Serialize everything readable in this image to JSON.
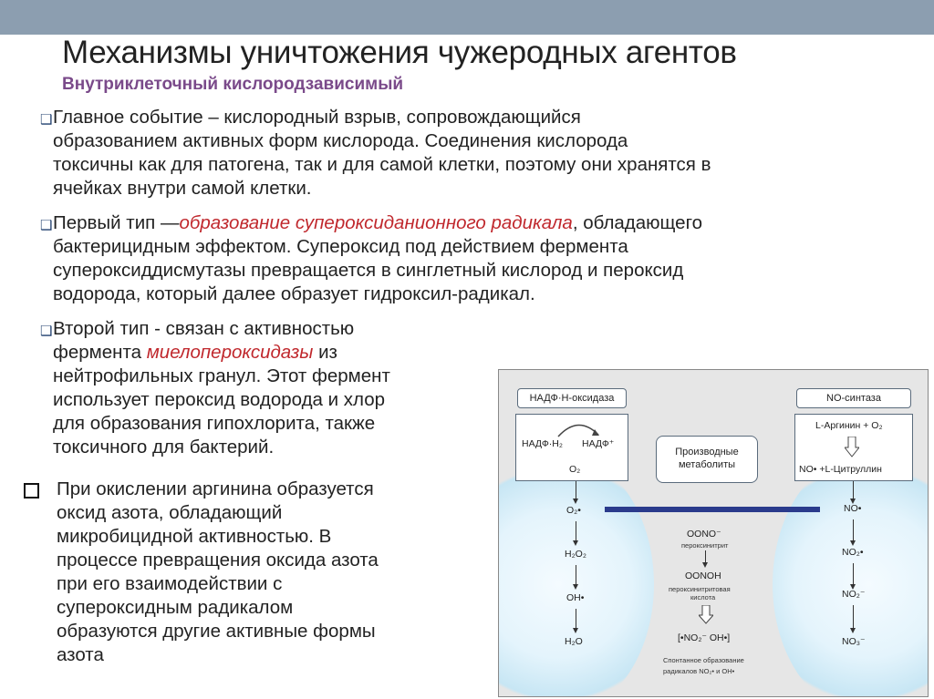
{
  "header": {
    "title": "Механизмы уничтожения чужеродных агентов",
    "subtitle": "Внутриклеточный кислородзависимый"
  },
  "paragraphs": {
    "p1": [
      "Главное событие – кислородный взрыв, сопровождающийся",
      "образованием активных форм кислорода. Соединения кислорода",
      "токсичны как для патогена, так и для самой клетки, поэтому они хранятся в",
      "ячейках внутри самой клетки."
    ],
    "p2_start": "Первый тип —",
    "p2_highlight": "образование супероксиданионного радикала",
    "p2_end": ", обладающего",
    "p2_rest": [
      "бактерицидным эффектом. Супероксид под действием фермента",
      "супероксиддисмутазы превращается в синглетный кислород и пероксид",
      "водорода, который далее образует гидроксил-радикал."
    ],
    "p3_start": "Второй тип -  связан с активностью",
    "p3_line2_start": "фермента ",
    "p3_highlight": "миелопероксидазы",
    "p3_line2_end": " из",
    "p3_rest": [
      "нейтрофильных гранул. Этот фермент",
      "использует пероксид водорода и хлор",
      "для образования гипохлорита, также",
      "токсичного для бактерий."
    ],
    "p4": [
      "При окислении аргинина образуется",
      "оксид азота, обладающий",
      "микробицидной активностью. В",
      "процессе превращения оксида азота",
      "при его взаимодействии с",
      "супероксидным радикалом",
      "образуются другие активные формы",
      "азота"
    ]
  },
  "diagram": {
    "left_enzyme": "НАДФ·Н-оксидаза",
    "nadph": "НАДФ·Н₂",
    "nadp": "НАДФ⁺",
    "o2": "O₂",
    "right_enzyme": "NO-синтаза",
    "arginine": "L-Аргинин + O₂",
    "citrulline": "NO• +L-Цитруллин",
    "center_box": "Производные метаболиты",
    "left_chain": [
      "O₂•",
      "H₂O₂",
      "OH•",
      "H₂O"
    ],
    "right_chain": [
      "NO•",
      "NO₂•",
      "NO₂⁻",
      "NO₃⁻"
    ],
    "oono": "OONO⁻",
    "peroxynitrite": "пероксинитрит",
    "oonoh": "OONOH",
    "peroxynitrous_1": "пероксинитритовая",
    "peroxynitrous_2": "кислота",
    "radicals": "[•NO₂⁻ OH•]",
    "spont_1": "Спонтанное образование",
    "spont_2": "радикалов NO₂• и OH•"
  },
  "colors": {
    "topbar": "#8c9eb0",
    "highlight": "#c0282d",
    "subtitle": "#7a4a8a",
    "bar": "#2a3b8c"
  }
}
